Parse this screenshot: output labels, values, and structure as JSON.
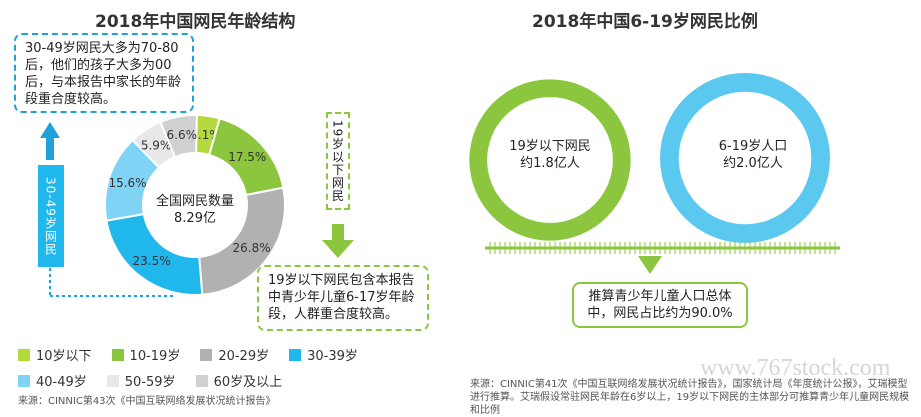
{
  "left": {
    "title": "2018年中国网民年龄结构",
    "callout_top": "30-49岁网民大多为70-80后，他们的孩子大多为00后，与本报告中家长的年龄段重合度较高。",
    "side_label_left": "30-49岁网民",
    "side_label_right": "19岁以下网民",
    "callout_bottom": "19岁以下网民包含本报告中青少年儿童6-17岁年龄段，人群重合度较高。",
    "center_line1": "全国网民数量",
    "center_line2": "8.29亿",
    "source": "来源：CINNIC第43次《中国互联网络发展状况统计报告》"
  },
  "chart_data": [
    {
      "type": "pie",
      "title": "2018年中国网民年龄结构",
      "categories": [
        "10岁以下",
        "10-19岁",
        "20-29岁",
        "30-39岁",
        "40-49岁",
        "50-59岁",
        "60岁及以上"
      ],
      "values": [
        4.1,
        17.5,
        26.8,
        23.5,
        15.6,
        5.9,
        6.6
      ],
      "value_labels": [
        "4.1%",
        "17.5%",
        "26.8%",
        "23.5%",
        "15.6%",
        "5.9%",
        "6.6%"
      ],
      "colors": [
        "#b3d93f",
        "#8cc63e",
        "#b1b1b1",
        "#1fb7ec",
        "#7fd3f4",
        "#e8e8e8",
        "#d0d0d0"
      ],
      "legend_placement": "bottom"
    },
    {
      "type": "bubble",
      "title": "2018年中国6-19岁网民比例",
      "items": [
        {
          "label_line1": "19岁以下网民",
          "label_line2": "约1.8亿人",
          "value": 1.8,
          "color": "#8cc63e"
        },
        {
          "label_line1": "6-19岁人口",
          "label_line2": "约2.0亿人",
          "value": 2.0,
          "color": "#5bc8f0"
        }
      ]
    }
  ],
  "right": {
    "title": "2018年中国6-19岁网民比例",
    "result_text": "推算青少年儿童人口总体中，网民占比约为90.0%",
    "source": "来源：CINNIC第41次《中国互联网络发展状况统计报告》，国家统计局《年度统计公报》，艾瑞模型进行推算。艾瑞假设常驻网民年龄在6岁以上，19岁以下网民的主体部分可推算青少年儿童网民规模和比例",
    "watermark": "www.767stock.com"
  }
}
